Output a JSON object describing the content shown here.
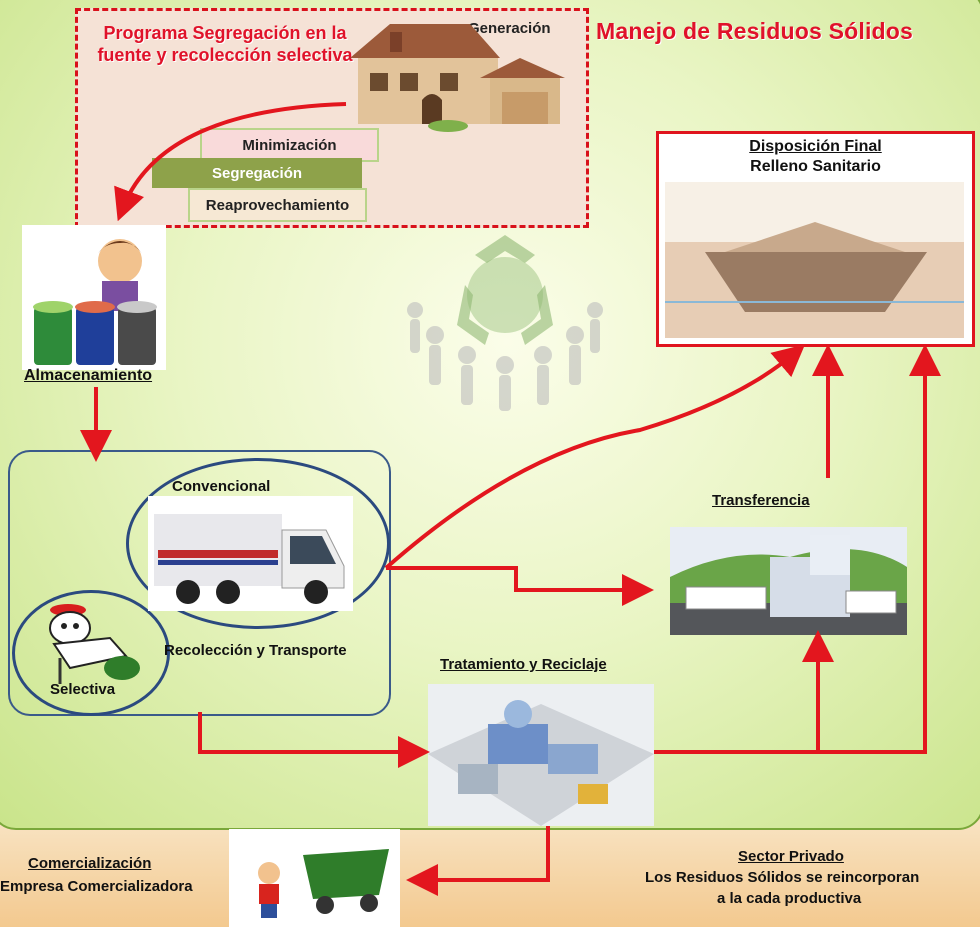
{
  "title": "Manejo de Residuos Sólidos",
  "programa": {
    "title": "Programa Segregación en la fuente y recolección selectiva",
    "generation": "Generación",
    "steps": [
      "Minimización",
      "Segregación",
      "Reaprovechamiento"
    ]
  },
  "nodes": {
    "almacenamiento": "Almacenamiento",
    "convencional": "Convencional",
    "selectiva": "Selectiva",
    "recoleccion": "Recolección y Transporte",
    "transferencia": "Transferencia",
    "tratamiento": "Tratamiento y Reciclaje",
    "disposicion_title": "Disposición Final",
    "disposicion_sub": "Relleno Sanitario"
  },
  "comercializacion": {
    "title": "Comercialización",
    "sub": "Empresa Comercializadora"
  },
  "sector_privado": {
    "title": "Sector Privado",
    "line1": "Los Residuos Sólidos se reincorporan",
    "line2": "a la cada productiva"
  },
  "colors": {
    "accent_red": "#e0122a",
    "panel_green": "#c9e48a",
    "bin_green": "#2e8b3a",
    "bin_blue": "#1f3f9a",
    "bin_gray": "#4a4a4a"
  }
}
